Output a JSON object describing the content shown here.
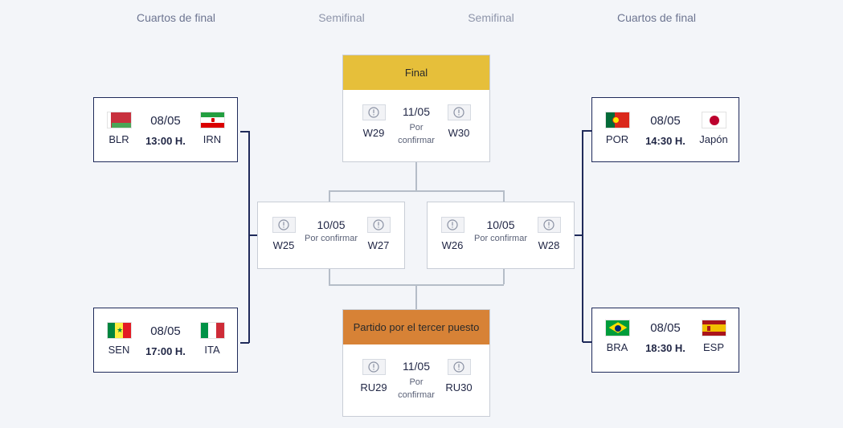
{
  "headers": [
    "Cuartos de final",
    "Semifinal",
    "Semifinal",
    "Cuartos de final"
  ],
  "colors": {
    "final": "#e6bf3a",
    "third_place": "#d78236",
    "accent": "#1f2a5a"
  },
  "quarterfinals": [
    {
      "team1": {
        "code": "BLR",
        "flag": "belarus"
      },
      "team2": {
        "code": "IRN",
        "flag": "iran"
      },
      "date": "08/05",
      "time": "13:00 H."
    },
    {
      "team1": {
        "code": "SEN",
        "flag": "senegal"
      },
      "team2": {
        "code": "ITA",
        "flag": "italy"
      },
      "date": "08/05",
      "time": "17:00 H."
    },
    {
      "team1": {
        "code": "POR",
        "flag": "portugal"
      },
      "team2": {
        "code": "Japón",
        "flag": "japan"
      },
      "date": "08/05",
      "time": "14:30 H."
    },
    {
      "team1": {
        "code": "BRA",
        "flag": "brazil"
      },
      "team2": {
        "code": "ESP",
        "flag": "spain"
      },
      "date": "08/05",
      "time": "18:30 H."
    }
  ],
  "semifinals": [
    {
      "slot1": "W25",
      "slot2": "W27",
      "date": "10/05",
      "status": "Por confirmar"
    },
    {
      "slot1": "W26",
      "slot2": "W28",
      "date": "10/05",
      "status": "Por confirmar"
    }
  ],
  "final": {
    "label": "Final",
    "slot1": "W29",
    "slot2": "W30",
    "date": "11/05",
    "status_line1": "Por",
    "status_line2": "confirmar"
  },
  "third_place": {
    "label": "Partido por el tercer puesto",
    "slot1": "RU29",
    "slot2": "RU30",
    "date": "11/05",
    "status_line1": "Por",
    "status_line2": "confirmar"
  },
  "icons": {
    "pending": "exclamation-circle-icon"
  }
}
